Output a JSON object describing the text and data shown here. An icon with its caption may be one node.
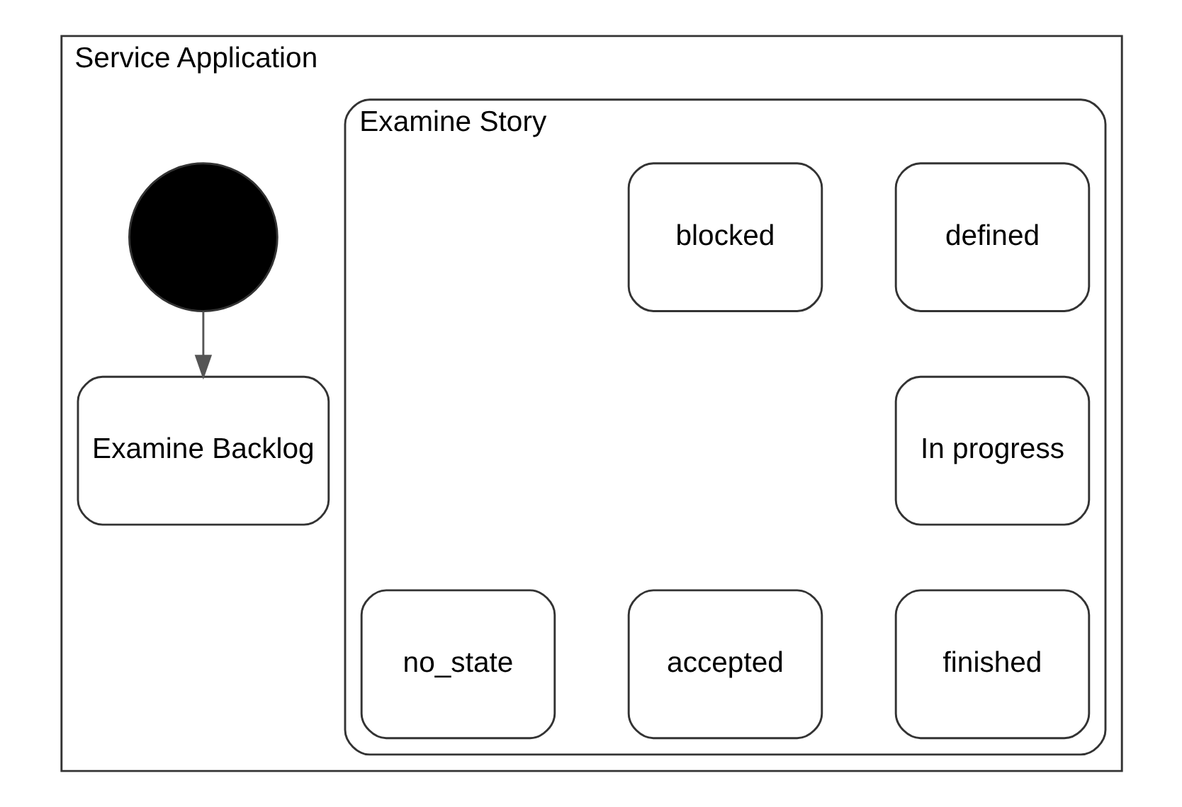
{
  "diagram": {
    "nodes": [
      {
        "text": [
          "Service Application"
        ]
      },
      {
        "text": [],
        "shape": "circle",
        "in": 0
      },
      {
        "text": [
          "Examine Backlog"
        ],
        "in": 0
      },
      {
        "text": [
          "Examine Story"
        ],
        "in": 0
      },
      {
        "text": [
          "defined"
        ],
        "in": 3
      },
      {
        "text": [
          "blocked"
        ],
        "in": 3
      },
      {
        "text": [
          "In progress"
        ],
        "in": 3
      },
      {
        "text": [
          "no_state"
        ],
        "in": 3
      },
      {
        "text": [
          "finished"
        ],
        "in": 3
      },
      {
        "text": [
          "accepted"
        ],
        "in": 3
      }
    ],
    "edges": [
      {
        "from": 1,
        "to": 2,
        "arrow": "to"
      }
    ]
  }
}
